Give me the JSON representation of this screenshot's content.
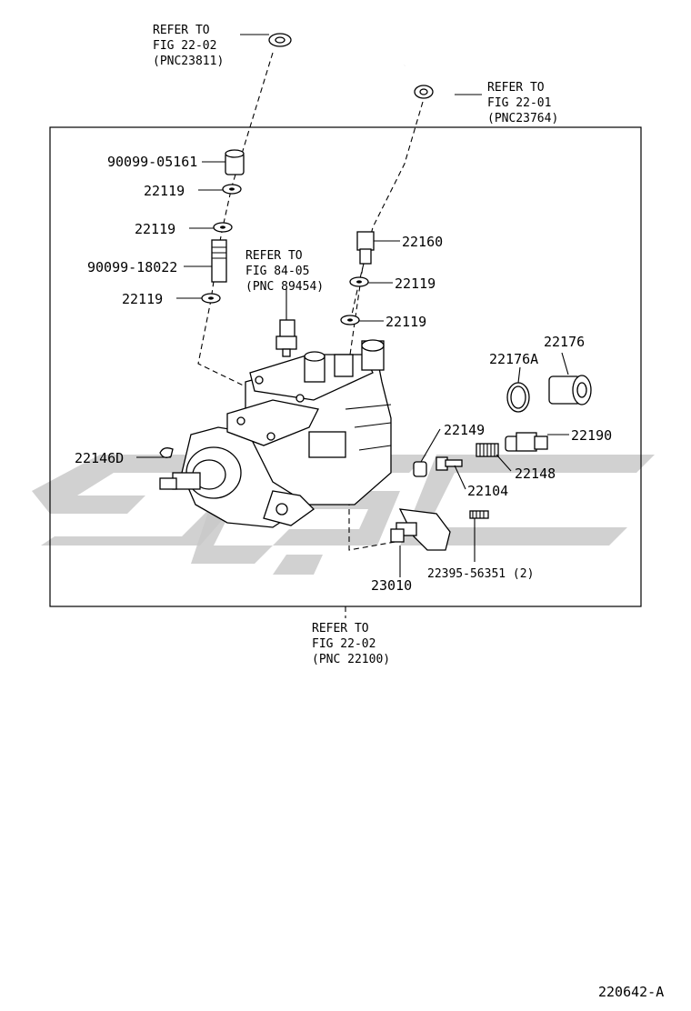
{
  "references": {
    "top_left": {
      "l1": "REFER TO",
      "l2": "FIG 22-02",
      "l3": "(PNC23811)"
    },
    "top_right": {
      "l1": "REFER TO",
      "l2": "FIG 22-01",
      "l3": "(PNC23764)"
    },
    "mid": {
      "l1": "REFER TO",
      "l2": "FIG 84-05",
      "l3": "(PNC 89454)"
    },
    "bottom": {
      "l1": "REFER TO",
      "l2": "FIG 22-02",
      "l3": "(PNC 22100)"
    }
  },
  "parts": {
    "p90099_05161": "90099-05161",
    "p22119_a": "22119",
    "p22119_b": "22119",
    "p90099_18022": "90099-18022",
    "p22119_c": "22119",
    "p22160": "22160",
    "p22119_d": "22119",
    "p22119_e": "22119",
    "p22176": "22176",
    "p22176A": "22176A",
    "p22149": "22149",
    "p22190": "22190",
    "p22146D": "22146D",
    "p22148": "22148",
    "p22104": "22104",
    "p22395": "22395-56351 (2)",
    "p23010": "23010"
  },
  "figure_id": "220642-A"
}
